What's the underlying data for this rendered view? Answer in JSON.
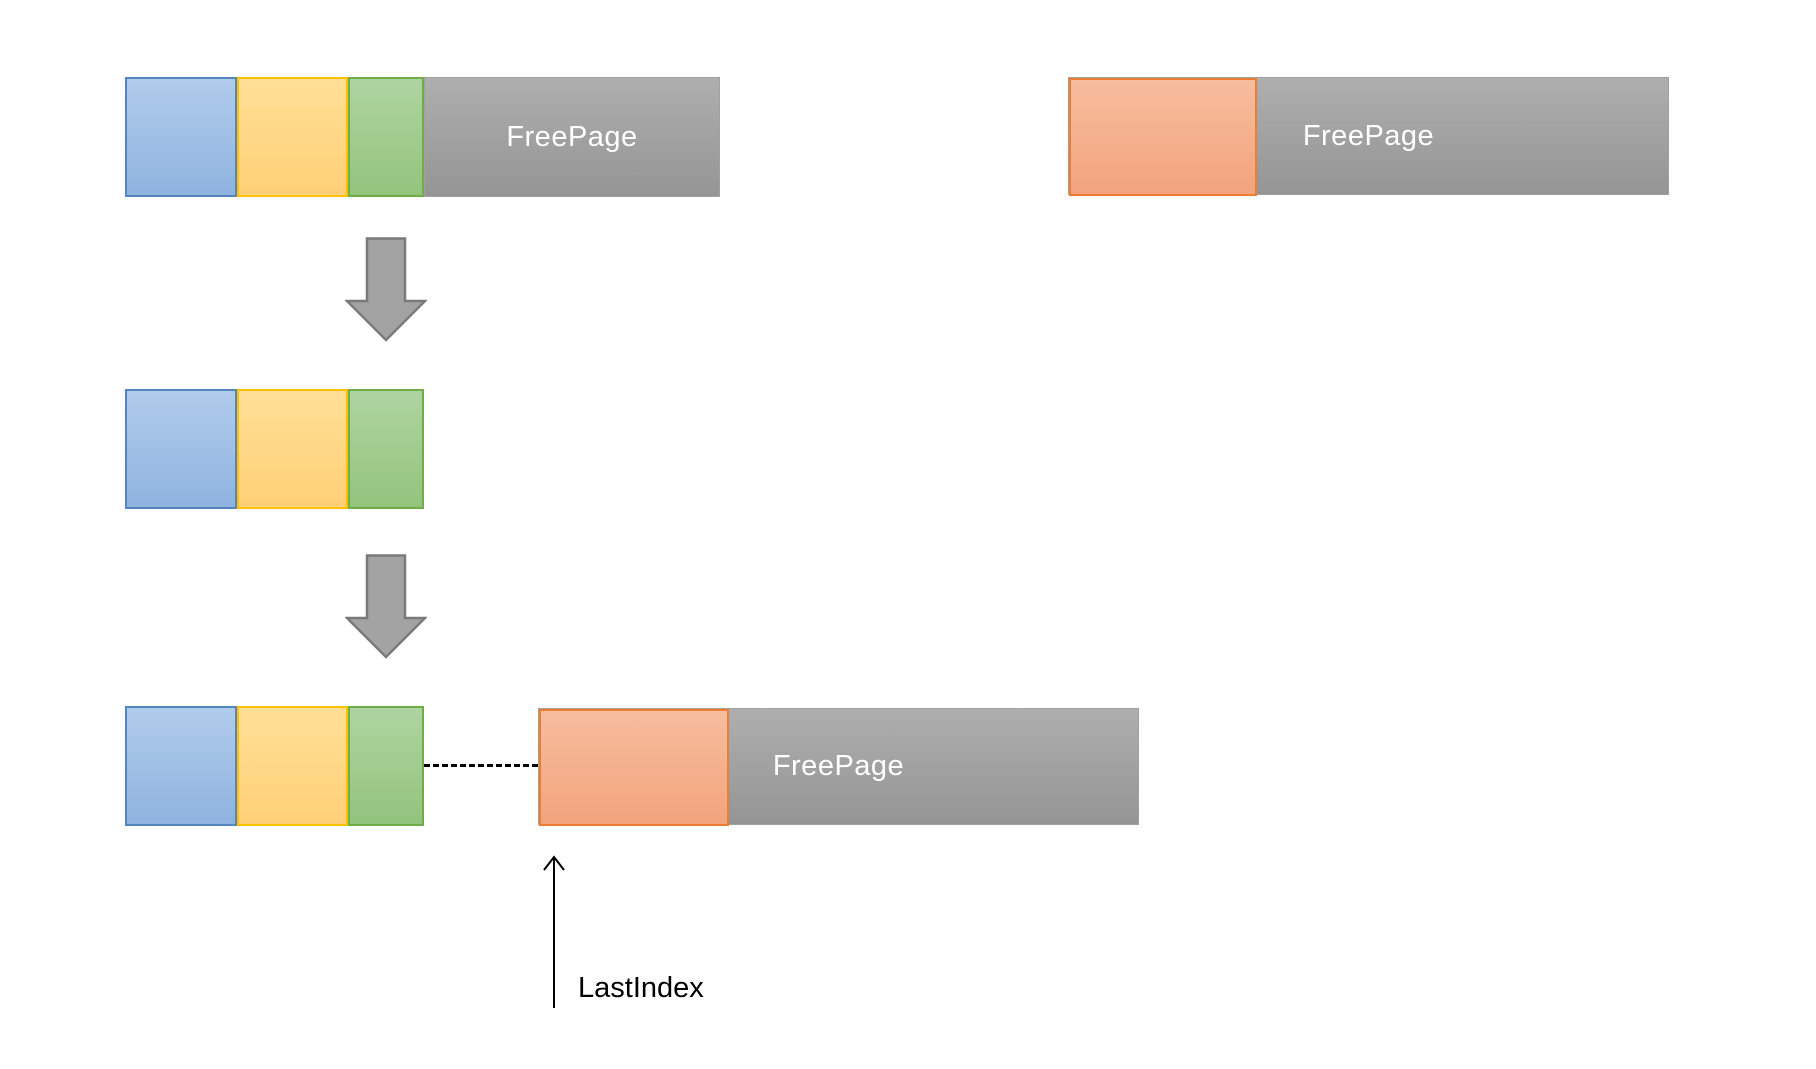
{
  "bars": {
    "top_left": {
      "label": "FreePage"
    },
    "top_right": {
      "label": "FreePage"
    },
    "bottom": {
      "label": "FreePage"
    }
  },
  "annotations": {
    "last_index": "LastIndex"
  },
  "icons": {
    "down_arrow_1": "down-arrow-icon",
    "down_arrow_2": "down-arrow-icon",
    "last_index_arrow": "up-arrow-icon"
  },
  "colors": {
    "blue_fill": "#9fc0e7",
    "blue_border": "#5585c1",
    "yellow_fill": "#ffd784",
    "yellow_border": "#ffc000",
    "green_fill": "#a0cd8e",
    "green_border": "#70ad47",
    "orange_fill": "#f4b08c",
    "orange_border": "#ed7d31",
    "gray_fill": "#a2a2a2",
    "text_on_gray": "#ffffff",
    "arrow_fill": "#a3a3a3",
    "arrow_border": "#7a7a7a",
    "connector": "#000000"
  }
}
